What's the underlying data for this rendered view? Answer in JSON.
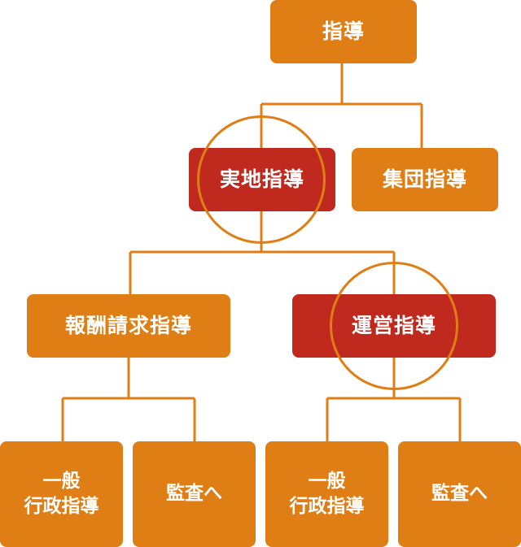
{
  "colors": {
    "node_default": "#df7e14",
    "node_highlight": "#c02a1e",
    "connector": "#df7e14",
    "background": "#ffffff"
  },
  "root": {
    "label": "指導"
  },
  "level1": [
    {
      "label": "実地指導",
      "highlighted": true
    },
    {
      "label": "集団指導",
      "highlighted": false
    }
  ],
  "level2": [
    {
      "label": "報酬請求指導",
      "highlighted": false
    },
    {
      "label": "運営指導",
      "highlighted": true
    }
  ],
  "leaves": [
    {
      "line1": "一般",
      "line2": "行政指導"
    },
    {
      "label": "監査へ"
    },
    {
      "line1": "一般",
      "line2": "行政指導"
    },
    {
      "label": "監査へ"
    }
  ]
}
